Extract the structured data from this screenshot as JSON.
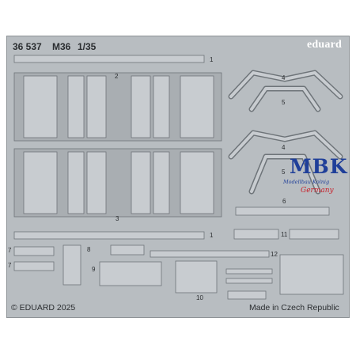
{
  "sheet": {
    "code": "36 537",
    "model": "M36",
    "scale": "1/35",
    "brand": "eduard",
    "copyright": "© EDUARD 2025",
    "origin": "Made in Czech Republic"
  },
  "part_numbers": [
    "1",
    "2",
    "3",
    "4",
    "5",
    "6",
    "7",
    "8",
    "9",
    "10",
    "11",
    "12"
  ],
  "watermark": {
    "logo": "MBK",
    "subtitle": "Modellbau Kolnig",
    "country": "Germany"
  },
  "colors": {
    "fret": "#b8bdc1",
    "part_fill": "#c8ccd0",
    "part_edge": "#6e7479",
    "watermark_blue": "#1f3f99",
    "watermark_red": "#c8202a"
  }
}
